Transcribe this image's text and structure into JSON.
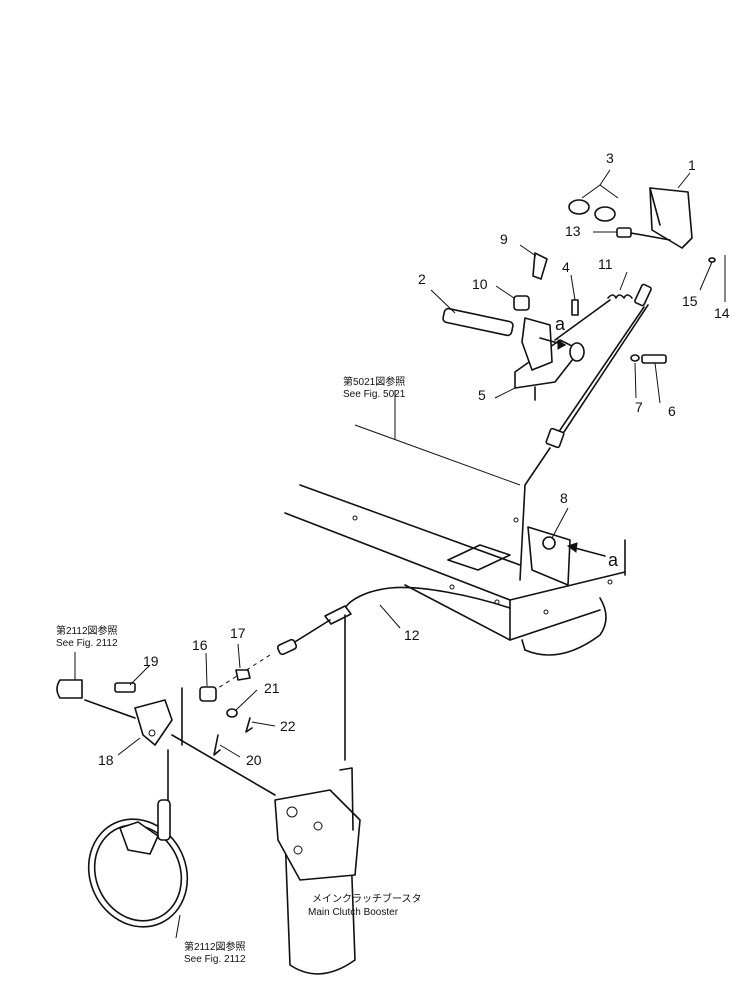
{
  "part_numbers": {
    "p1": "1",
    "p2": "2",
    "p3": "3",
    "p4": "4",
    "p5": "5",
    "p6": "6",
    "p7": "7",
    "p8": "8",
    "p9": "9",
    "p10": "10",
    "p11": "11",
    "p12": "12",
    "p13": "13",
    "p14": "14",
    "p15": "15",
    "p16": "16",
    "p17": "17",
    "p18": "18",
    "p19": "19",
    "p20": "20",
    "p21": "21",
    "p22": "22"
  },
  "detail_markers": {
    "upper": "a",
    "lower": "a"
  },
  "references": {
    "fig5021_jp": "第5021図参照",
    "fig5021_en": "See Fig. 5021",
    "fig2112_upper_jp": "第2112図参照",
    "fig2112_upper_en": "See Fig. 2112",
    "fig2112_lower_jp": "第2112図参照",
    "fig2112_lower_en": "See Fig. 2112"
  },
  "booster": {
    "label_jp": "メインクラッチブースタ",
    "label_en": "Main Clutch Booster"
  }
}
